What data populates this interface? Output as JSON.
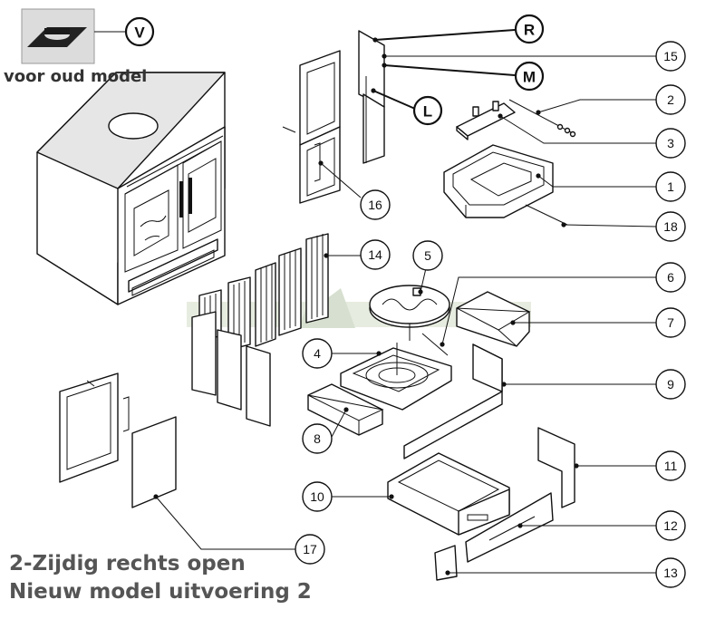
{
  "labels": {
    "old_model_note": "voor oud model",
    "title_line1": "2-Zijdig rechts open",
    "title_line2": "Nieuw model uitvoering 2"
  },
  "letter_callouts": [
    "V",
    "R",
    "M",
    "L"
  ],
  "number_callouts": [
    "15",
    "2",
    "3",
    "1",
    "18",
    "16",
    "14",
    "5",
    "6",
    "7",
    "4",
    "9",
    "8",
    "11",
    "10",
    "12",
    "17",
    "13"
  ],
  "colors": {
    "line": "#111111",
    "caption_text": "#555555",
    "background": "#ffffff"
  }
}
